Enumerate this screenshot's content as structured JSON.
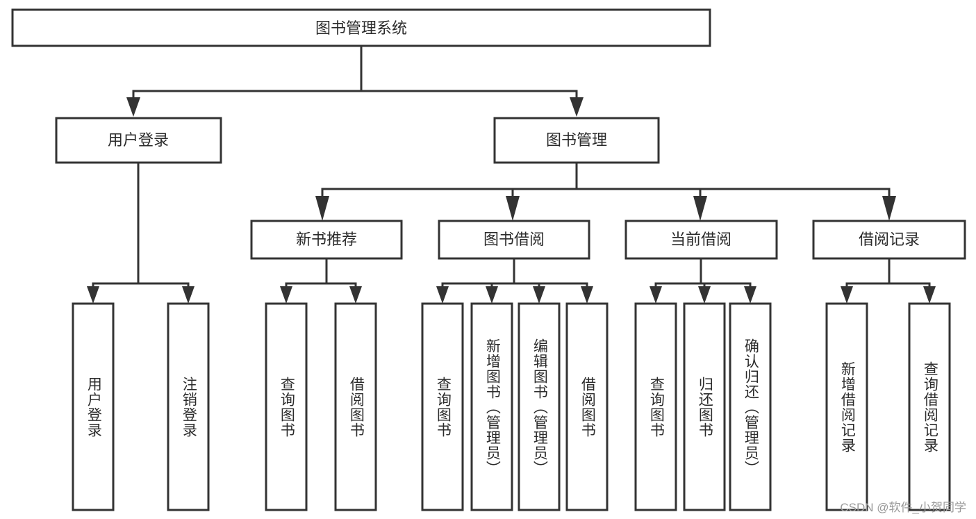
{
  "diagram": {
    "type": "tree",
    "title": "图书管理系统",
    "watermark": "CSDN @软件_小贺同学",
    "colors": {
      "stroke": "#333333",
      "fill": "#ffffff",
      "text": "#2b2b2b",
      "watermark": "#9a9a9a"
    },
    "levels": {
      "root": {
        "label": "图书管理系统"
      },
      "level2": [
        {
          "label": "用户登录"
        },
        {
          "label": "图书管理"
        }
      ],
      "level3": [
        {
          "label": "新书推荐"
        },
        {
          "label": "图书借阅"
        },
        {
          "label": "当前借阅"
        },
        {
          "label": "借阅记录"
        }
      ]
    },
    "leaves": {
      "user_login": [
        {
          "label": "用户登录"
        },
        {
          "label": "注销登录"
        }
      ],
      "new_book_recommend": [
        {
          "label": "查询图书"
        },
        {
          "label": "借阅图书"
        }
      ],
      "book_borrow": [
        {
          "label": "查询图书"
        },
        {
          "label": "新增图书（管理员）"
        },
        {
          "label": "编辑图书（管理员）"
        },
        {
          "label": "借阅图书"
        }
      ],
      "current_borrow": [
        {
          "label": "查询图书"
        },
        {
          "label": "归还图书"
        },
        {
          "label": "确认归还（管理员）"
        }
      ],
      "borrow_record": [
        {
          "label": "新增借阅记录"
        },
        {
          "label": "查询借阅记录"
        }
      ]
    }
  }
}
